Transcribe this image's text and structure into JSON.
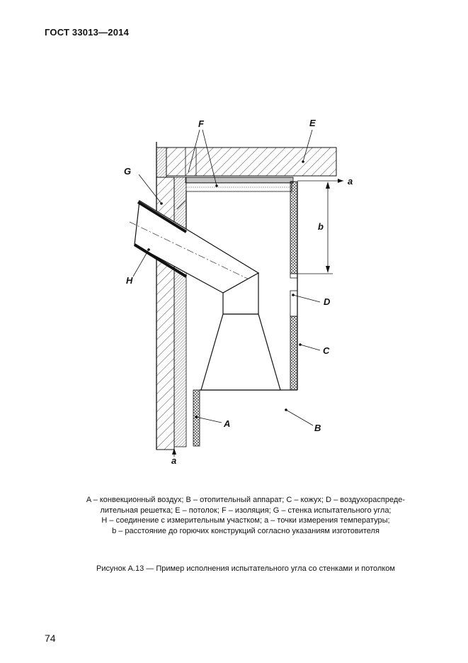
{
  "header": {
    "standard": "ГОСТ 33013—2014"
  },
  "figure": {
    "labels": {
      "A": "A",
      "B": "B",
      "C": "C",
      "D": "D",
      "E": "E",
      "F": "F",
      "G": "G",
      "H": "H",
      "a": "a",
      "b": "b"
    }
  },
  "legend": {
    "lines": [
      "A – конвекционный воздух; B – отопительный аппарат; C – кожух; D – воздухораспреде-",
      "лительная решетка; E – потолок; F – изоляция; G – стенка испытательного угла;",
      "H – соединение с измерительным участком; a – точки измерения температуры;",
      "b – расстояние до горючих конструкций согласно указаниям изготовителя"
    ]
  },
  "caption": {
    "text": "Рисунок А.13 — Пример исполнения испытательного угла со стенками и потолком"
  },
  "page": {
    "number": "74"
  }
}
